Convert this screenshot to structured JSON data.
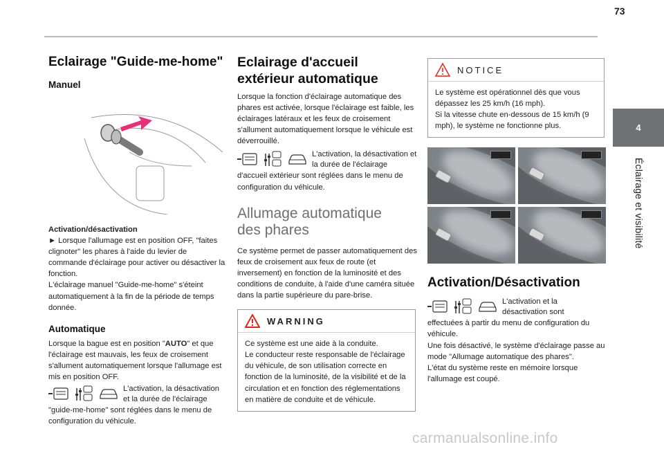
{
  "page": {
    "number": "73"
  },
  "chapter": {
    "number": "4",
    "title": "Éclairage et visibilité"
  },
  "col1": {
    "title": "Eclairage \"Guide-me-home\"",
    "manual_heading": "Manuel",
    "activation_label": "Activation/désactivation",
    "activation_text": "► Lorsque l'allumage est en position OFF, \"faites clignoter\" les phares à l'aide du levier de commande d'éclairage pour activer ou désactiver la fonction.\nL'éclairage manuel \"Guide-me-home\" s'éteint automatiquement à la fin de la période de temps donnée.",
    "auto_heading": "Automatique",
    "auto_text_before": "Lorsque la bague est en position \"",
    "auto_bold": "AUTO",
    "auto_text_after": "\" et que l'éclairage est mauvais, les feux de croisement s'allument automatiquement lorsque l'allumage est mis en position OFF.",
    "icons_text": "L'activation, la désactivation et la durée de l'éclairage",
    "icons_text_cont": "\"guide-me-home\" sont réglées dans le menu de configuration du véhicule."
  },
  "col2": {
    "title": "Eclairage d'accueil extérieur automatique",
    "intro": "Lorsque la fonction d'éclairage automatique des phares est activée, lorsque l'éclairage est faible, les éclairages latéraux et les feux de croisement s'allument automatiquement lorsque le véhicule est déverrouillé.",
    "icons_text": "L'activation, la désactivation et la durée de l'éclairage",
    "icons_text_cont": "d'accueil extérieur sont réglées dans le menu de configuration du véhicule.",
    "section_title": "Allumage automatique des phares",
    "section_text": "Ce système permet de passer automatiquement des feux de croisement aux feux de route (et inversement) en fonction de la luminosité et des conditions de conduite, à l'aide d'une caméra située dans la partie supérieure du pare-brise.",
    "warning_title": "WARNING",
    "warning_text": "Ce système est une aide à la conduite.\nLe conducteur reste responsable de l'éclairage du véhicule, de son utilisation correcte en fonction de la luminosité, de la visibilité et de la circulation et en fonction des réglementations en matière de conduite et de véhicule."
  },
  "col3": {
    "notice_title": "NOTICE",
    "notice_text": "Le système est opérationnel dès que vous dépassez les 25 km/h (16 mph).\nSi la vitesse chute en-dessous de 15 km/h (9 mph), le système ne fonctionne plus.",
    "section_title": "Activation/Désactivation",
    "icons_text": "L'activation et la désactivation sont",
    "icons_text_cont": "effectuées à partir du menu de configuration du véhicule.\nUne fois désactivé, le système d'éclairage passe au mode \"Allumage automatique des phares\".\nL'état du système reste en mémoire lorsque l'allumage est coupé."
  },
  "watermark": "carmanualsonline.info",
  "colors": {
    "accent": "#e8307a",
    "chapter_tab": "#6e7274",
    "warning": "#e2231a"
  },
  "icons": [
    "screen-menu-icon",
    "settings-sliders-icon",
    "car-outline-icon",
    "warning-triangle-icon",
    "headlight-lever-illustration"
  ]
}
